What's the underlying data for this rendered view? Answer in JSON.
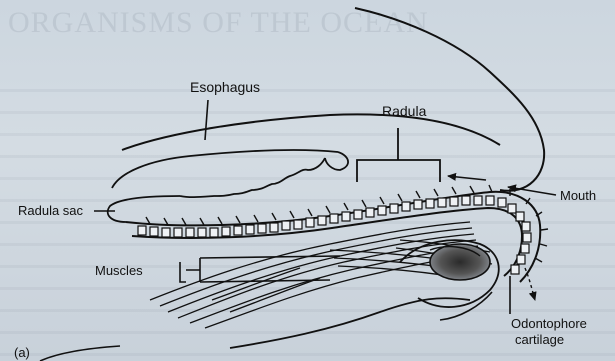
{
  "labels": {
    "esophagus": "Esophagus",
    "radula": "Radula",
    "mouth": "Mouth",
    "radula_sac": "Radula sac",
    "muscles": "Muscles",
    "odontophore_line1": "Odontophore",
    "odontophore_line2": "cartilage",
    "panel": "(a)"
  },
  "background_text": {
    "heading": "ORGANISMS OF THE OCEAN"
  },
  "colors": {
    "background": "#cfd8e0",
    "ink": "#111111"
  }
}
